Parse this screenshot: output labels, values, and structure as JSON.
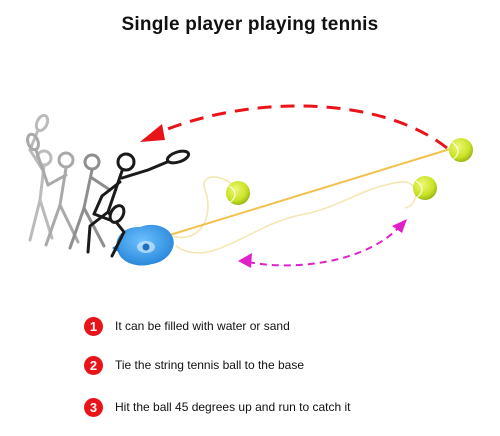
{
  "title": "Single player playing tennis",
  "features": [
    {
      "number": "1",
      "text": "It can be filled with water or sand"
    },
    {
      "number": "2",
      "text": "Tie the string tennis ball to the base"
    },
    {
      "number": "3",
      "text": "Hit the ball 45 degrees up and run to catch it"
    }
  ],
  "colors": {
    "badge": "#e8141a",
    "ball": "#c9e325",
    "base": "#2a8fe0",
    "string": "#f2c14e",
    "arrow_red": "#e8141a",
    "arrow_magenta": "#e020c8"
  }
}
